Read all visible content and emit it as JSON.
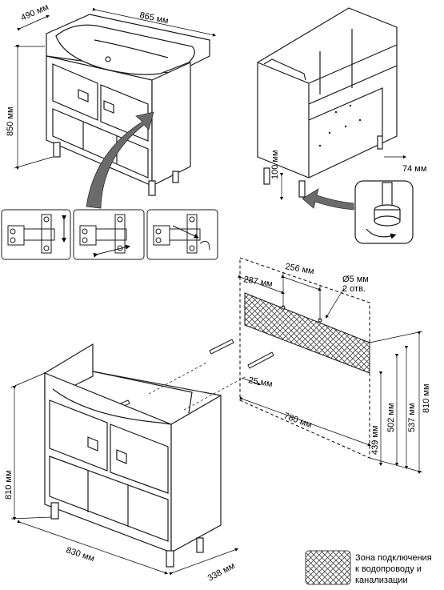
{
  "dimensions": {
    "top_cabinet": {
      "depth": "490 мм",
      "width": "865 мм",
      "height": "850 мм"
    },
    "right_cabinet": {
      "leg_height": "100 мм",
      "leg_offset": "74 мм"
    },
    "wall_plan": {
      "left_offset": "287 мм",
      "center_offset": "256 мм",
      "hole": "Ø5 мм",
      "hole_count": "2 отв.",
      "bottom_offset": "25 мм",
      "width": "780 мм",
      "h1": "439 мм",
      "h2": "502 мм",
      "h3": "537 мм",
      "h4": "810 мм"
    },
    "bottom_cabinet": {
      "height": "810 мм",
      "width": "830 мм",
      "depth": "338 мм"
    }
  },
  "legend": {
    "line1": "Зона подключения",
    "line2": "к водопроводу и",
    "line3": "канализации"
  },
  "colors": {
    "line": "#1a1a1a",
    "arrow_fill": "#6b6b6b",
    "hatch": "#444444"
  }
}
